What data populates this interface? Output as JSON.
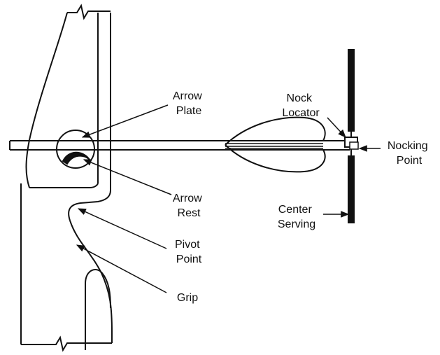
{
  "labels": {
    "arrow_plate": [
      "Arrow",
      "Plate"
    ],
    "nock_locator": [
      "Nock",
      "Locator"
    ],
    "nocking_point": [
      "Nocking",
      "Point"
    ],
    "arrow_rest": [
      "Arrow",
      "Rest"
    ],
    "center_serving": [
      "Center",
      "Serving"
    ],
    "pivot_point": [
      "Pivot",
      "Point"
    ],
    "grip": "Grip"
  },
  "colors": {
    "ink": "#111111",
    "background": "#ffffff"
  }
}
